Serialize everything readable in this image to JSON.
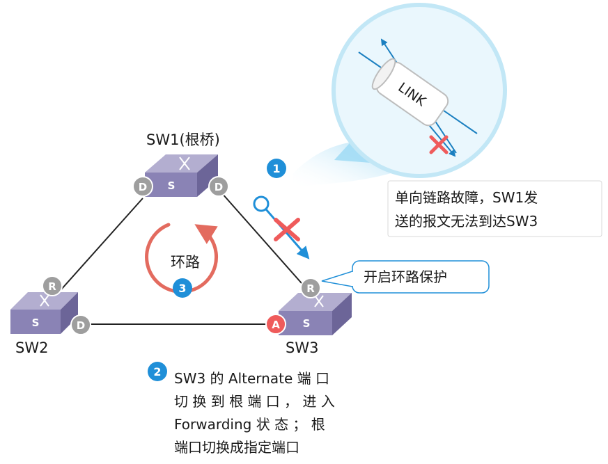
{
  "switches": {
    "sw1": {
      "label": "SW1(根桥)",
      "face_letter": "S"
    },
    "sw2": {
      "label": "SW2",
      "face_letter": "S"
    },
    "sw3": {
      "label": "SW3",
      "face_letter": "S"
    }
  },
  "ports": {
    "sw1_left": "D",
    "sw1_right": "D",
    "sw2_top": "R",
    "sw2_right": "D",
    "sw3_top": "R",
    "sw3_left": "A"
  },
  "loop": {
    "label": "环路",
    "badge": "3"
  },
  "callout1": {
    "badge": "1",
    "line1": "单向链路故障，SW1发",
    "line2": "送的报文无法到达SW3"
  },
  "magnifier": {
    "link_label": "LINK"
  },
  "loop_protect": {
    "label": "开启环路保护"
  },
  "callout2": {
    "badge": "2",
    "line1": "SW3 的 Alternate 端 口",
    "line2": "切 换 到 根 端 口 ， 进 入",
    "line3": "Forwarding 状 态 ；  根",
    "line4": "端口切换成指定端口"
  },
  "colors": {
    "switch_top": "#b3aed0",
    "switch_front": "#8a83b5",
    "switch_side": "#6c6598",
    "port_gray": "#9e9e9e",
    "port_alternate": "#ef5b5b",
    "accent_blue": "#1f8fd8",
    "failure_red": "#ef5b5b",
    "loop_red": "#e36b5f",
    "magnifier_fill": "#e8f6fc",
    "magnifier_border": "#bfe6f5"
  }
}
